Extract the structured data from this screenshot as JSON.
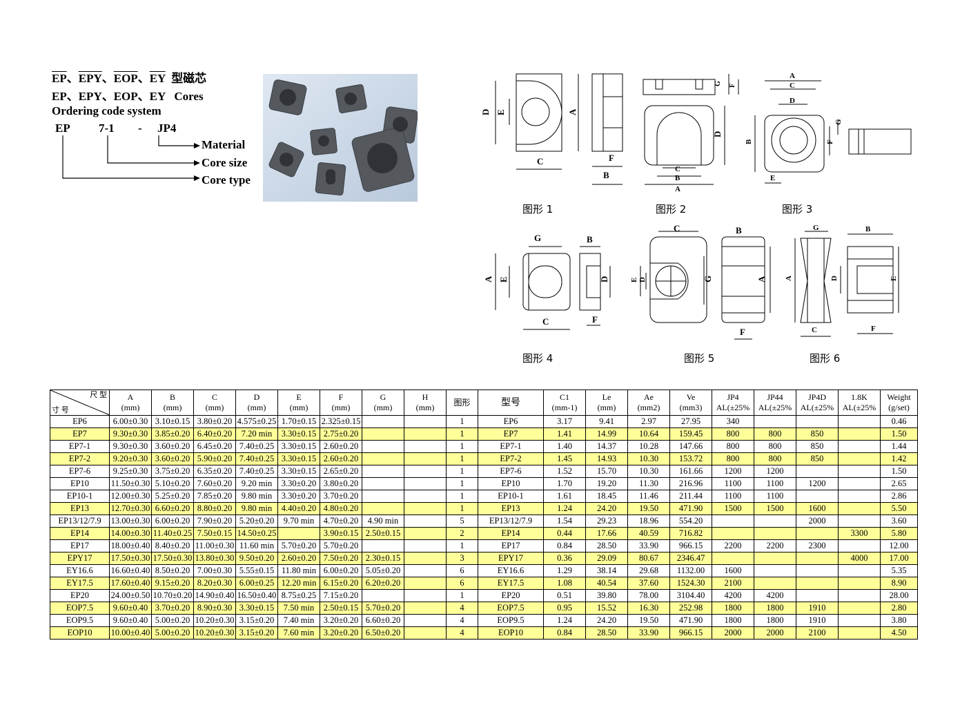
{
  "header": {
    "line1_parts": [
      "EP",
      "、",
      "EPY",
      "、",
      "EOP",
      "、",
      "EY",
      "  型磁芯"
    ],
    "line2": "EP、EPY、EOP、EY   Cores",
    "line3": "Ordering code system"
  },
  "ordering_code": {
    "part1": "EP",
    "part2": "7-1",
    "sep": "-",
    "part3": "JP4",
    "labels": [
      "Material",
      "Core size",
      "Core type"
    ]
  },
  "drawings": {
    "figure_labels": [
      "图形 1",
      "图形 2",
      "图形 3",
      "图形 4",
      "图形 5",
      "图形 6"
    ]
  },
  "table": {
    "corner_top": "尺   型",
    "corner_bottom": "寸   号",
    "headers_dim": [
      "A",
      "B",
      "C",
      "D",
      "E",
      "F",
      "G",
      "H"
    ],
    "unit_mm": "(mm)",
    "header_fig": "图形",
    "header_type": "型号",
    "headers_elec": [
      {
        "name": "C1",
        "unit": "(mm-1)"
      },
      {
        "name": "Le",
        "unit": "(mm)"
      },
      {
        "name": "Ae",
        "unit": "(mm2)"
      },
      {
        "name": "Ve",
        "unit": "(mm3)"
      }
    ],
    "headers_al": [
      "JP4",
      "JP44",
      "JP4D",
      "1.8K"
    ],
    "al_unit": "AL(±25%",
    "header_weight": "Weight",
    "weight_unit": "(g/set)",
    "rows": [
      {
        "hl": false,
        "cells": [
          "EP6",
          "6.00±0.30",
          "3.10±0.15",
          "3.80±0.20",
          "4.575±0.25",
          "1.70±0.15",
          "2.325±0.15",
          "",
          "",
          "1",
          "EP6",
          "3.17",
          "9.41",
          "2.97",
          "27.95",
          "340",
          "",
          "",
          "",
          "0.46"
        ]
      },
      {
        "hl": true,
        "cells": [
          "EP7",
          "9.30±0.30",
          "3.85±0.20",
          "6.40±0.20",
          "7.20 min",
          "3.30±0.15",
          "2.75±0.20",
          "",
          "",
          "1",
          "EP7",
          "1.41",
          "14.99",
          "10.64",
          "159.45",
          "800",
          "800",
          "850",
          "",
          "1.50"
        ]
      },
      {
        "hl": false,
        "cells": [
          "EP7-1",
          "9.30±0.30",
          "3.60±0.20",
          "6.45±0.20",
          "7.40±0.25",
          "3.30±0.15",
          "2.60±0.20",
          "",
          "",
          "1",
          "EP7-1",
          "1.40",
          "14.37",
          "10.28",
          "147.66",
          "800",
          "800",
          "850",
          "",
          "1.44"
        ]
      },
      {
        "hl": true,
        "cells": [
          "EP7-2",
          "9.20±0.30",
          "3.60±0.20",
          "5.90±0.20",
          "7.40±0.25",
          "3.30±0.15",
          "2.60±0.20",
          "",
          "",
          "1",
          "EP7-2",
          "1.45",
          "14.93",
          "10.30",
          "153.72",
          "800",
          "800",
          "850",
          "",
          "1.42"
        ]
      },
      {
        "hl": false,
        "cells": [
          "EP7-6",
          "9.25±0.30",
          "3.75±0.20",
          "6.35±0.20",
          "7.40±0.25",
          "3.30±0.15",
          "2.65±0.20",
          "",
          "",
          "1",
          "EP7-6",
          "1.52",
          "15.70",
          "10.30",
          "161.66",
          "1200",
          "1200",
          "",
          "",
          "1.50"
        ]
      },
      {
        "hl": false,
        "cells": [
          "EP10",
          "11.50±0.30",
          "5.10±0.20",
          "7.60±0.20",
          "9.20 min",
          "3.30±0.20",
          "3.80±0.20",
          "",
          "",
          "1",
          "EP10",
          "1.70",
          "19.20",
          "11.30",
          "216.96",
          "1100",
          "1100",
          "1200",
          "",
          "2.65"
        ]
      },
      {
        "hl": false,
        "cells": [
          "EP10-1",
          "12.00±0.30",
          "5.25±0.20",
          "7.85±0.20",
          "9.80 min",
          "3.30±0.20",
          "3.70±0.20",
          "",
          "",
          "1",
          "EP10-1",
          "1.61",
          "18.45",
          "11.46",
          "211.44",
          "1100",
          "1100",
          "",
          "",
          "2.86"
        ]
      },
      {
        "hl": true,
        "cells": [
          "EP13",
          "12.70±0.30",
          "6.60±0.20",
          "8.80±0.20",
          "9.80 min",
          "4.40±0.20",
          "4.80±0.20",
          "",
          "",
          "1",
          "EP13",
          "1.24",
          "24.20",
          "19.50",
          "471.90",
          "1500",
          "1500",
          "1600",
          "",
          "5.50"
        ]
      },
      {
        "hl": false,
        "cells": [
          "EP13/12/7.9",
          "13.00±0.30",
          "6.00±0.20",
          "7.90±0.20",
          "5.20±0.20",
          "9.70 min",
          "4.70±0.20",
          "4.90 min",
          "",
          "5",
          "EP13/12/7.9",
          "1.54",
          "29.23",
          "18.96",
          "554.20",
          "",
          "",
          "2000",
          "",
          "3.60"
        ]
      },
      {
        "hl": true,
        "cells": [
          "EP14",
          "14.00±0.30",
          "11.40±0.25",
          "7.50±0.15",
          "14.50±0.25",
          "",
          "3.90±0.15",
          "2.50±0.15",
          "",
          "2",
          "EP14",
          "0.44",
          "17.66",
          "40.59",
          "716.82",
          "",
          "",
          "",
          "3300",
          "5.80"
        ]
      },
      {
        "hl": false,
        "cells": [
          "EP17",
          "18.00±0.40",
          "8.40±0.20",
          "11.00±0.30",
          "11.60 min",
          "5.70±0.20",
          "5.70±0.20",
          "",
          "",
          "1",
          "EP17",
          "0.84",
          "28.50",
          "33.90",
          "966.15",
          "2200",
          "2200",
          "2300",
          "",
          "12.00"
        ]
      },
      {
        "hl": true,
        "cells": [
          "EPY17",
          "17.50±0.30",
          "17.50±0.30",
          "13.80±0.30",
          "9.50±0.20",
          "2.60±0.20",
          "7.50±0.20",
          "2.30±0.15",
          "",
          "3",
          "EPY17",
          "0.36",
          "29.09",
          "80.67",
          "2346.47",
          "",
          "",
          "",
          "4000",
          "17.00"
        ]
      },
      {
        "hl": false,
        "cells": [
          "EY16.6",
          "16.60±0.40",
          "8.50±0.20",
          "7.00±0.30",
          "5.55±0.15",
          "11.80 min",
          "6.00±0.20",
          "5.05±0.20",
          "",
          "6",
          "EY16.6",
          "1.29",
          "38.14",
          "29.68",
          "1132.00",
          "1600",
          "",
          "",
          "",
          "5.35"
        ]
      },
      {
        "hl": true,
        "cells": [
          "EY17.5",
          "17.60±0.40",
          "9.15±0.20",
          "8.20±0.30",
          "6.00±0.25",
          "12.20 min",
          "6.15±0.20",
          "6.20±0.20",
          "",
          "6",
          "EY17.5",
          "1.08",
          "40.54",
          "37.60",
          "1524.30",
          "2100",
          "",
          "",
          "",
          "8.90"
        ]
      },
      {
        "hl": false,
        "cells": [
          "EP20",
          "24.00±0.50",
          "10.70±0.20",
          "14.90±0.40",
          "16.50±0.40",
          "8.75±0.25",
          "7.15±0.20",
          "",
          "",
          "1",
          "EP20",
          "0.51",
          "39.80",
          "78.00",
          "3104.40",
          "4200",
          "4200",
          "",
          "",
          "28.00"
        ]
      },
      {
        "hl": true,
        "cells": [
          "EOP7.5",
          "9.60±0.40",
          "3.70±0.20",
          "8.90±0.30",
          "3.30±0.15",
          "7.50 min",
          "2.50±0.15",
          "5.70±0.20",
          "",
          "4",
          "EOP7.5",
          "0.95",
          "15.52",
          "16.30",
          "252.98",
          "1800",
          "1800",
          "1910",
          "",
          "2.80"
        ]
      },
      {
        "hl": false,
        "cells": [
          "EOP9.5",
          "9.60±0.40",
          "5.00±0.20",
          "10.20±0.30",
          "3.15±0.20",
          "7.40 min",
          "3.20±0.20",
          "6.60±0.20",
          "",
          "4",
          "EOP9.5",
          "1.24",
          "24.20",
          "19.50",
          "471.90",
          "1800",
          "1800",
          "1910",
          "",
          "3.80"
        ]
      },
      {
        "hl": true,
        "cells": [
          "EOP10",
          "10.00±0.40",
          "5.00±0.20",
          "10.20±0.30",
          "3.15±0.20",
          "7.60 min",
          "3.20±0.20",
          "6.50±0.20",
          "",
          "4",
          "EOP10",
          "0.84",
          "28.50",
          "33.90",
          "966.15",
          "2000",
          "2000",
          "2100",
          "",
          "4.50"
        ]
      }
    ]
  }
}
